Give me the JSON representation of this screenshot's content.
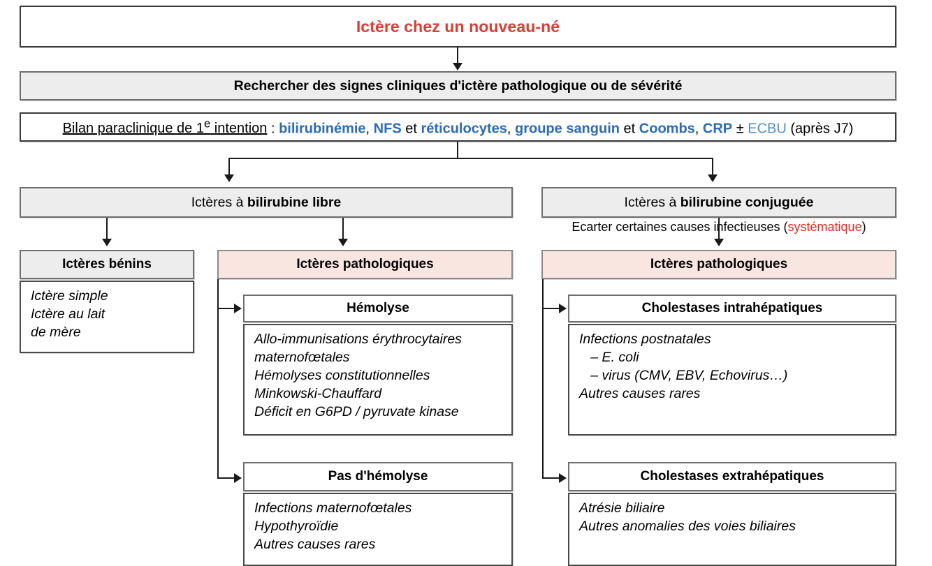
{
  "diagram": {
    "type": "flowchart",
    "language": "fr",
    "colors": {
      "title_red": "#e03c31",
      "accent_blue_bold": "#2b6cb8",
      "accent_blue_light": "#4f8fd4",
      "box_gray": "#ededed",
      "box_pink": "#f9e6e0",
      "note_red": "#ee2a24",
      "border": "#6e6e6e"
    },
    "title": "Ictère chez un nouveau-né",
    "step_clinical": "Rechercher des signes cliniques d'ictère pathologique ou de sévérité",
    "workup": {
      "label": "Bilan paraclinique de 1",
      "label_sup": "e",
      "label_rest": " intention",
      "separator": " : ",
      "items": [
        {
          "text": "bilirubinémie",
          "style": "bold-blue"
        },
        {
          "text": ", ",
          "style": "plain"
        },
        {
          "text": "NFS",
          "style": "bold-blue"
        },
        {
          "text": " et ",
          "style": "plain"
        },
        {
          "text": "réticulocytes",
          "style": "bold-blue"
        },
        {
          "text": ", ",
          "style": "plain"
        },
        {
          "text": "groupe sanguin",
          "style": "bold-blue"
        },
        {
          "text": " et ",
          "style": "plain"
        },
        {
          "text": "Coombs",
          "style": "bold-blue"
        },
        {
          "text": ", ",
          "style": "plain"
        },
        {
          "text": "CRP",
          "style": "bold-blue"
        },
        {
          "text": " ± ",
          "style": "plain"
        },
        {
          "text": "ECBU",
          "style": "light-blue"
        },
        {
          "text": " (après J7)",
          "style": "plain"
        }
      ]
    },
    "branches": [
      {
        "id": "bilirubine-libre",
        "category_prefix": "Ictères à ",
        "category_bold": "bilirubine libre",
        "children": [
          {
            "id": "ictères-benins",
            "header": "Ictères bénins",
            "header_style": "gray",
            "lines": "Ictère simple\nIctère au lait\nde mère"
          },
          {
            "id": "ictères-pathologiques-libre",
            "header": "Ictères pathologiques",
            "header_style": "pink",
            "subsections": [
              {
                "id": "hemolyse",
                "header": "Hémolyse",
                "lines": "Allo-immunisations érythrocytaires\nmaternofœtales\nHémolyses constitutionnelles\nMinkowski-Chauffard\nDéficit en G6PD / pyruvate kinase"
              },
              {
                "id": "pas-d-hemolyse",
                "header": "Pas d'hémolyse",
                "lines": "Infections maternofœtales\nHypothyroïdie\nAutres causes rares"
              }
            ]
          }
        ]
      },
      {
        "id": "bilirubine-conjuguee",
        "category_prefix": "Ictères à ",
        "category_bold": "bilirubine conjuguée",
        "note_prefix": "Ecarter certaines causes infectieuses (",
        "note_red": "systématique",
        "note_suffix": ")",
        "children": [
          {
            "id": "ictères-pathologiques-conjuguee",
            "header": "Ictères pathologiques",
            "header_style": "pink",
            "subsections": [
              {
                "id": "cholestases-intrahepatiques",
                "header": "Cholestases intrahépatiques",
                "lines": "Infections postnatales\n   – E. coli\n   – virus (CMV, EBV, Echovirus…)\nAutres causes rares"
              },
              {
                "id": "cholestases-extrahepatiques",
                "header": "Cholestases extrahépatiques",
                "lines": "Atrésie biliaire\nAutres anomalies des voies biliaires"
              }
            ]
          }
        ]
      }
    ]
  }
}
